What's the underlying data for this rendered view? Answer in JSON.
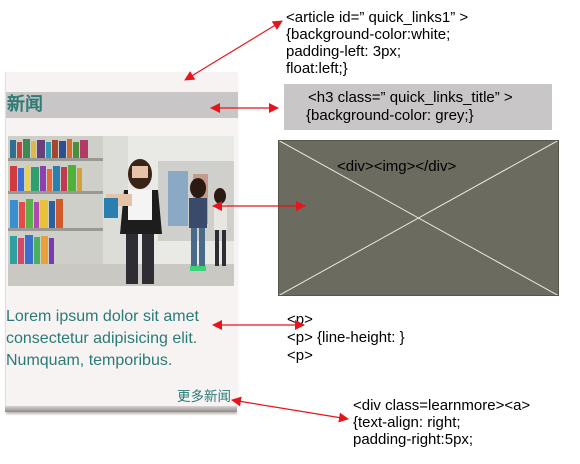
{
  "panel": {
    "title": "新闻",
    "image_alt": "students in library",
    "paragraph_lines": [
      "Lorem ipsum dolor sit amet",
      "consectetur adipisicing elit.",
      "Numquam, temporibus."
    ],
    "more_link": "更多新闻"
  },
  "annotations": {
    "article": [
      "<article id=”  quick_links1”  >",
      "{background-color:white;",
      "padding-left: 3px;",
      "float:left;}"
    ],
    "h3": [
      "<h3 class=”  quick_links_title”  >",
      "{background-color: grey;}"
    ],
    "image_placeholder": "<div><img></div>",
    "paragraph": [
      "<p>",
      "<p>   {line-height: }",
      "<p>"
    ],
    "learnmore": [
      "<div class=learnmore><a>",
      "{text-align: right;",
      "padding-right:5px;"
    ]
  },
  "colors": {
    "arrow": "#e8141b",
    "title_bar": "#c8c6c6",
    "teal_text": "#2a7b77",
    "placeholder_box": "#6b6b5f"
  }
}
